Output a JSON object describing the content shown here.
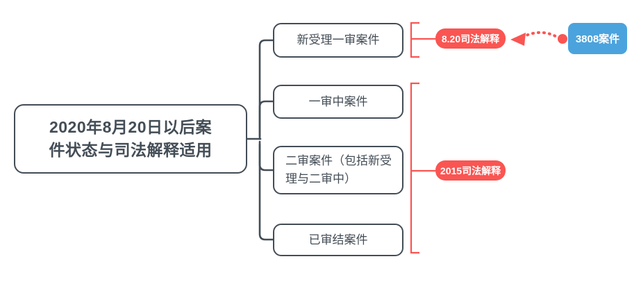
{
  "diagram": {
    "type": "tree-mindmap",
    "root": {
      "label_line1": "2020年8月20日以后案",
      "label_line2": "件状态与司法解释适用"
    },
    "nodes": [
      {
        "id": "node-1",
        "label": "新受理一审案件"
      },
      {
        "id": "node-2",
        "label": "一审中案件"
      },
      {
        "id": "node-3",
        "label": "二审案件（包括新受理与二审中）"
      },
      {
        "id": "node-4",
        "label": "已审结案件"
      }
    ],
    "annotations": [
      {
        "id": "badge-820",
        "label": "8.20司法解释",
        "color": "#fa5552",
        "applies_to": [
          "node-1"
        ]
      },
      {
        "id": "badge-2015",
        "label": "2015司法解释",
        "color": "#fa5552",
        "applies_to": [
          "node-2",
          "node-3",
          "node-4"
        ]
      },
      {
        "id": "badge-3808",
        "label": "3808案件",
        "color": "#4ba3dd",
        "points_to": "badge-820"
      }
    ],
    "colors": {
      "node_border": "#434d56",
      "node_text": "#434d56",
      "node_fill": "#ffffff",
      "bracket": "#fa5552",
      "accent_red": "#fa5552",
      "accent_blue": "#4ba3dd",
      "background": "#ffffff"
    }
  }
}
